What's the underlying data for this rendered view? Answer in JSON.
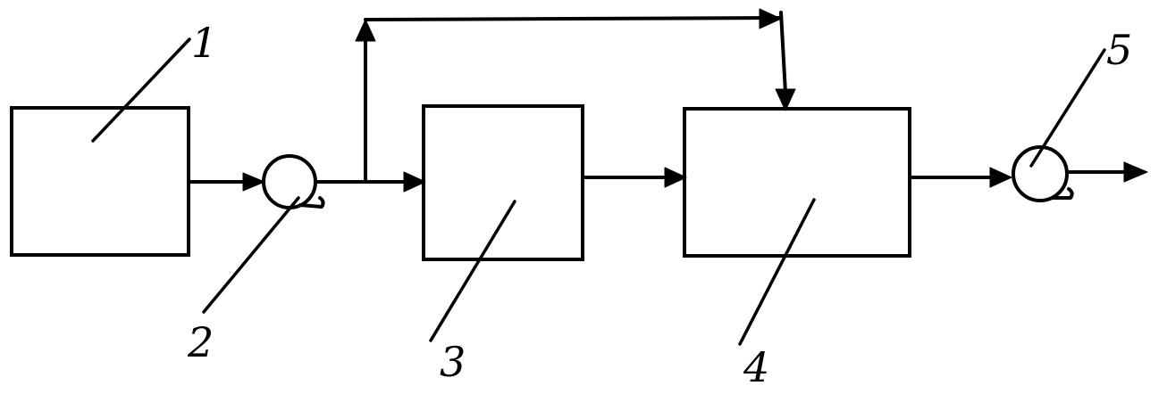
{
  "diagram": {
    "labels": {
      "n1": "1",
      "n2": "2",
      "n3": "3",
      "n4": "4",
      "n5": "5"
    }
  },
  "colors": {
    "ink": "#000000",
    "background": "#ffffff"
  }
}
